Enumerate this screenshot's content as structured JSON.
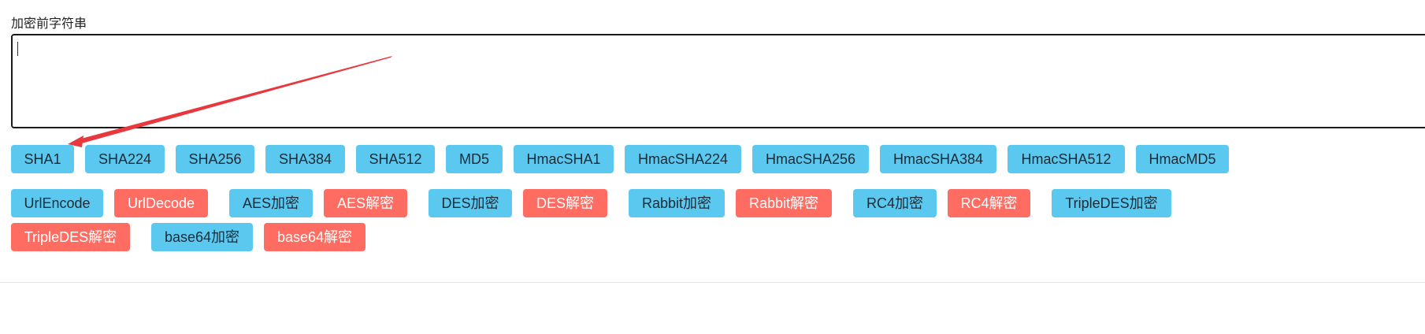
{
  "input": {
    "label": "加密前字符串",
    "value": ""
  },
  "hash_buttons": [
    {
      "label": "SHA1",
      "color": "#5bc8ef"
    },
    {
      "label": "SHA224",
      "color": "#5bc8ef"
    },
    {
      "label": "SHA256",
      "color": "#5bc8ef"
    },
    {
      "label": "SHA384",
      "color": "#5bc8ef"
    },
    {
      "label": "SHA512",
      "color": "#5bc8ef"
    },
    {
      "label": "MD5",
      "color": "#5bc8ef"
    },
    {
      "label": "HmacSHA1",
      "color": "#5bc8ef"
    },
    {
      "label": "HmacSHA224",
      "color": "#5bc8ef"
    },
    {
      "label": "HmacSHA256",
      "color": "#5bc8ef"
    },
    {
      "label": "HmacSHA384",
      "color": "#5bc8ef"
    },
    {
      "label": "HmacSHA512",
      "color": "#5bc8ef"
    },
    {
      "label": "HmacMD5",
      "color": "#5bc8ef"
    }
  ],
  "cipher_buttons": [
    {
      "label": "UrlEncode",
      "color": "#5bc8ef"
    },
    {
      "label": "UrlDecode",
      "color": "#fe6c62"
    },
    {
      "label": "AES加密",
      "color": "#5bc8ef"
    },
    {
      "label": "AES解密",
      "color": "#fe6c62"
    },
    {
      "label": "DES加密",
      "color": "#5bc8ef"
    },
    {
      "label": "DES解密",
      "color": "#fe6c62"
    },
    {
      "label": "Rabbit加密",
      "color": "#5bc8ef"
    },
    {
      "label": "Rabbit解密",
      "color": "#fe6c62"
    },
    {
      "label": "RC4加密",
      "color": "#5bc8ef"
    },
    {
      "label": "RC4解密",
      "color": "#fe6c62"
    },
    {
      "label": "TripleDES加密",
      "color": "#5bc8ef"
    },
    {
      "label": "TripleDES解密",
      "color": "#fe6c62"
    },
    {
      "label": "base64加密",
      "color": "#5bc8ef"
    },
    {
      "label": "base64解密",
      "color": "#fe6c62"
    }
  ],
  "annotation": {
    "icon": "red-arrow-icon",
    "color": "#e8383d"
  }
}
